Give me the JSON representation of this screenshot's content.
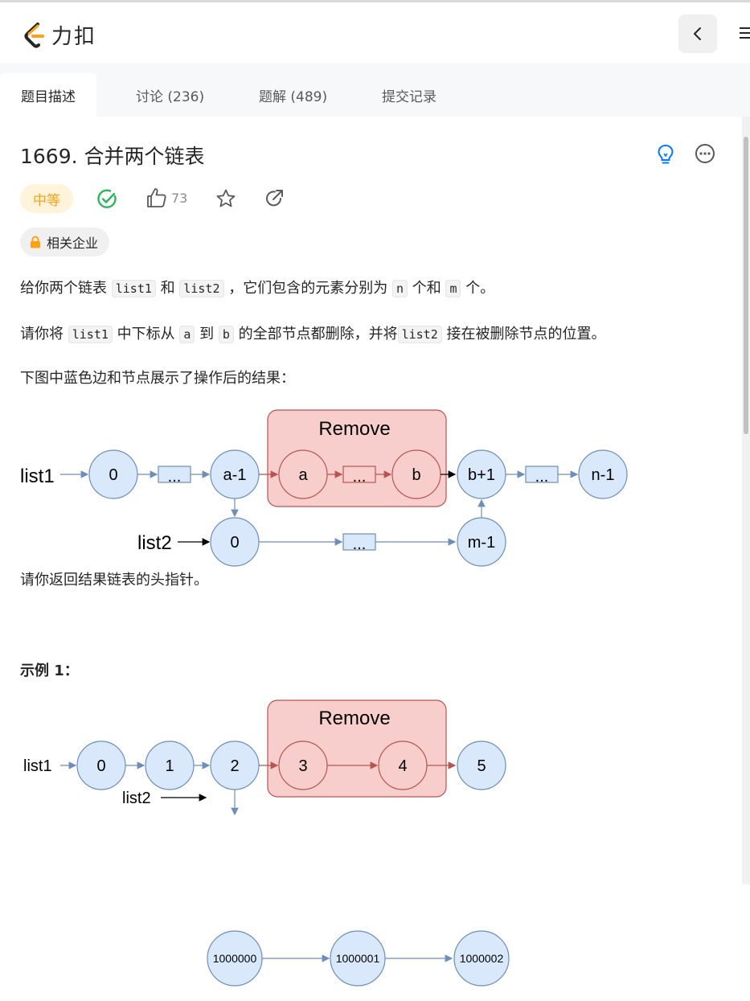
{
  "header": {
    "logo_text": "力扣",
    "back_icon": "chevron-left-icon",
    "menu_icon": "hamburger-icon"
  },
  "tabs": [
    {
      "label": "题目描述"
    },
    {
      "label": "讨论 (236)"
    },
    {
      "label": "题解 (489)"
    },
    {
      "label": "提交记录"
    }
  ],
  "problem": {
    "title": "1669. 合并两个链表",
    "difficulty": "中等",
    "likes": "73",
    "company_tag": "相关企业"
  },
  "description": {
    "p1": {
      "a": "给你两个链表 ",
      "c1": "list1",
      "b": " 和 ",
      "c2": "list2",
      "c": " ，它们包含的元素分别为 ",
      "c3": "n",
      "d": " 个和 ",
      "c4": "m",
      "e": " 个。"
    },
    "p2": {
      "a": "请你将 ",
      "c1": "list1",
      "b": " 中下标从 ",
      "c2": "a",
      "c": " 到 ",
      "c3": "b",
      "d": " 的全部节点都删除，并将",
      "c4": "list2",
      "e": " 接在被删除节点的位置。"
    },
    "p3": "下图中蓝色边和节点展示了操作后的结果：",
    "p4": "请你返回结果链表的头指针。",
    "example_title": "示例 1："
  },
  "diagram1": {
    "remove": "Remove",
    "list1": "list1",
    "list2": "list2",
    "n0": "0",
    "dots": "...",
    "a_minus_1": "a-1",
    "a": "a",
    "b": "b",
    "b_plus_1": "b+1",
    "n_minus_1": "n-1",
    "l2_0": "0",
    "m_minus_1": "m-1"
  },
  "diagram2": {
    "remove": "Remove",
    "list1": "list1",
    "list2": "list2",
    "n0": "0",
    "n1": "1",
    "n2": "2",
    "n3": "3",
    "n4": "4",
    "n5": "5",
    "m0": "1000000",
    "m1": "1000001",
    "m2": "1000002"
  },
  "colors": {
    "accent_orange": "#ffa116",
    "node_fill": "#dae8fc",
    "node_stroke": "#6c8ebf",
    "remove_fill": "#f8cecc",
    "remove_stroke": "#b85450",
    "check_green": "#2db55d",
    "bulb_blue": "#007aff"
  }
}
